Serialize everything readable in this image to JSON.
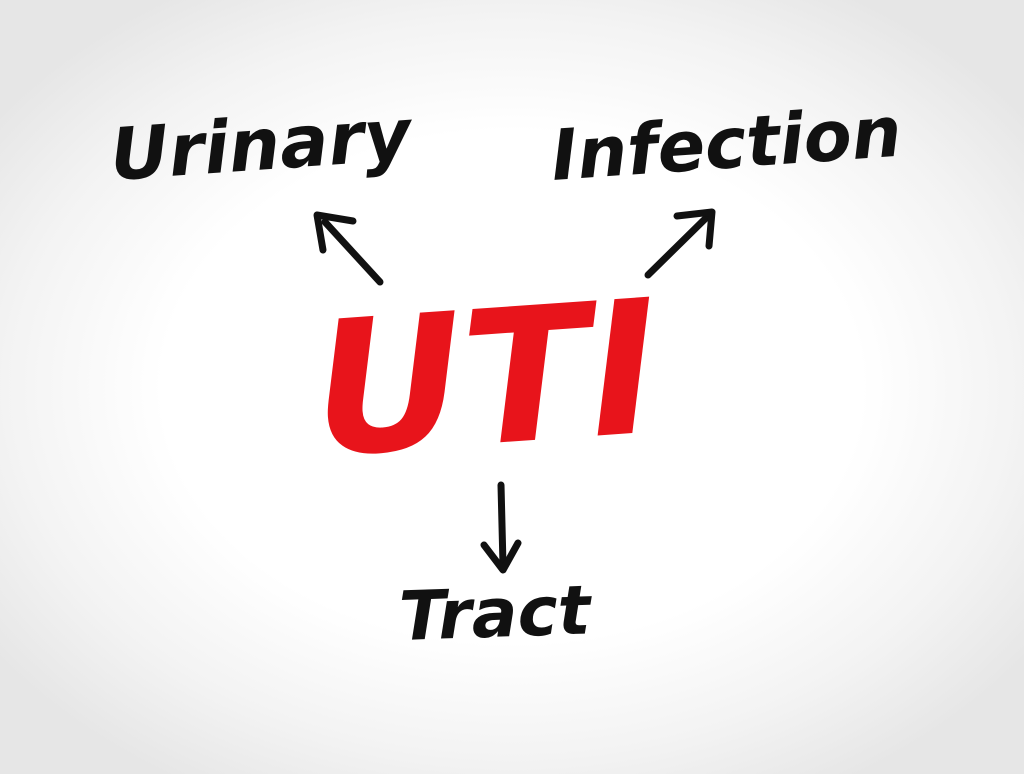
{
  "center": {
    "text": "UTI",
    "color": "#e8141b"
  },
  "terms": [
    {
      "key": "urinary",
      "text": "Urinary"
    },
    {
      "key": "infection",
      "text": "Infection"
    },
    {
      "key": "tract",
      "text": "Tract"
    }
  ],
  "colors": {
    "ink": "#111111",
    "accent": "#e8141b",
    "paper": "#ffffff"
  }
}
